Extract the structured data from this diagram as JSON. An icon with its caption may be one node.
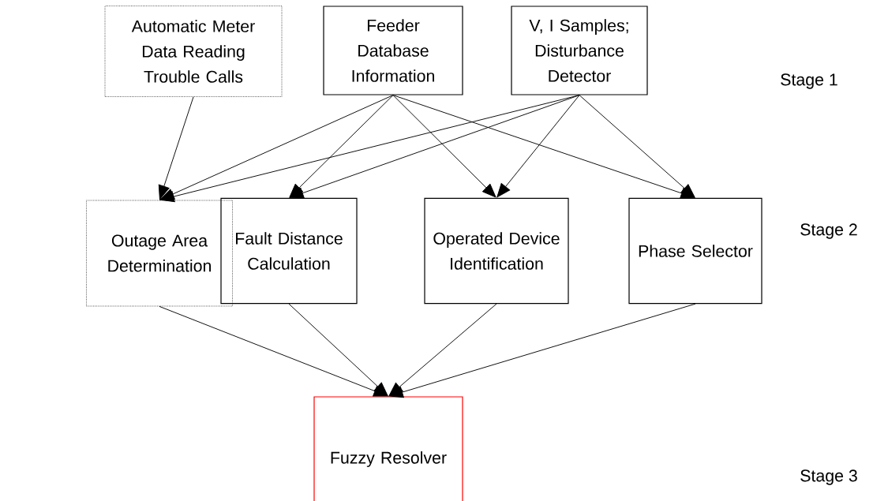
{
  "diagram": {
    "nodes": [
      {
        "text": [
          "Automatic Meter Data Reading Trouble Calls"
        ]
      },
      {
        "text": [
          "Feeder Database Information"
        ]
      },
      {
        "text": [
          "V, I Samples; Disturbance Detector"
        ]
      },
      {
        "text": [
          "Outage Area Determination"
        ]
      },
      {
        "text": [
          "Fault Distance Calculation"
        ]
      },
      {
        "text": [
          "Operated Device Identification"
        ]
      },
      {
        "text": [
          "Phase Selector"
        ]
      },
      {
        "text": [
          "Fuzzy Resolver"
        ]
      }
    ],
    "edges": [
      {
        "from": 0,
        "to": 3,
        "arrow": "to"
      },
      {
        "from": 1,
        "to": 3,
        "arrow": "to"
      },
      {
        "from": 1,
        "to": 4,
        "arrow": "to"
      },
      {
        "from": 1,
        "to": 5,
        "arrow": "to"
      },
      {
        "from": 1,
        "to": 6,
        "arrow": "to"
      },
      {
        "from": 2,
        "to": 3,
        "arrow": "to"
      },
      {
        "from": 2,
        "to": 4,
        "arrow": "to"
      },
      {
        "from": 2,
        "to": 5,
        "arrow": "to"
      },
      {
        "from": 2,
        "to": 6,
        "arrow": "to"
      },
      {
        "from": 3,
        "to": 7,
        "arrow": "to"
      },
      {
        "from": 4,
        "to": 7,
        "arrow": "to"
      },
      {
        "from": 5,
        "to": 7,
        "arrow": "to"
      },
      {
        "from": 6,
        "to": 7,
        "arrow": "to"
      }
    ],
    "labels": [
      "Stage 1",
      "Stage 2",
      "Stage 3"
    ]
  }
}
